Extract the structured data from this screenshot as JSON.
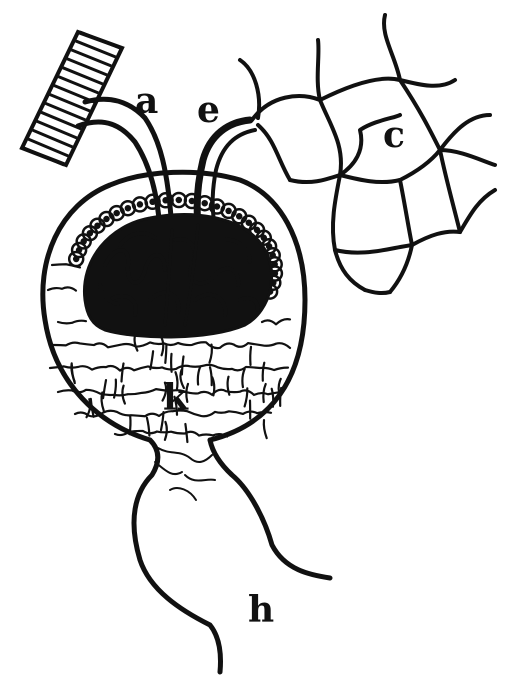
{
  "labels": {
    "a": "a",
    "e": "e",
    "c": "c",
    "k": "k",
    "h": "h"
  },
  "colors": {
    "ink": "#111111",
    "paper": "#ffffff"
  }
}
